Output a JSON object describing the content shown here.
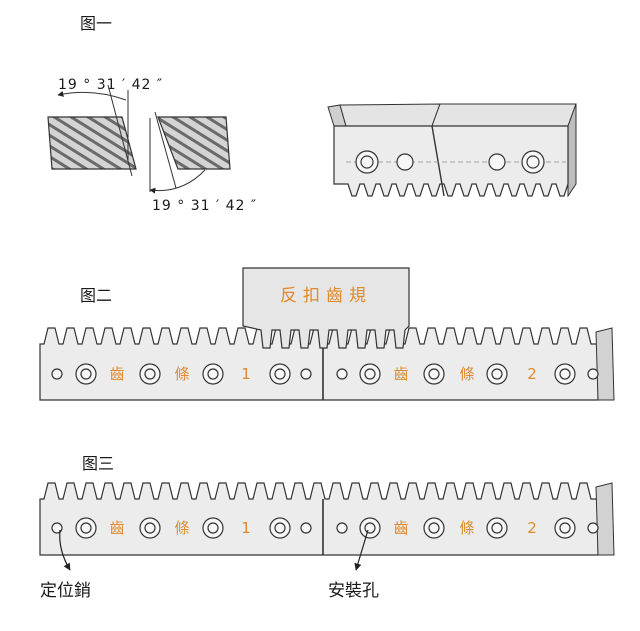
{
  "figures": {
    "fig1": {
      "title": "图一",
      "angle_top": "19 ° 31 ′ 42 ″",
      "angle_bottom": "19 ° 31 ′ 42 ″"
    },
    "fig2": {
      "title": "图二",
      "gauge_label": "反扣齒規",
      "rack1": [
        "齒",
        "條",
        "1"
      ],
      "rack2": [
        "齒",
        "條",
        "2"
      ]
    },
    "fig3": {
      "title": "图三",
      "rack1": [
        "齒",
        "條",
        "1"
      ],
      "rack2": [
        "齒",
        "條",
        "2"
      ],
      "callout_pin": "定位銷",
      "callout_hole": "安裝孔"
    }
  },
  "colors": {
    "rack_fill": "#ececec",
    "rack_stroke": "#333333",
    "accent_text": "#e08a2c",
    "gauge_fill": "#e6e6e6"
  }
}
